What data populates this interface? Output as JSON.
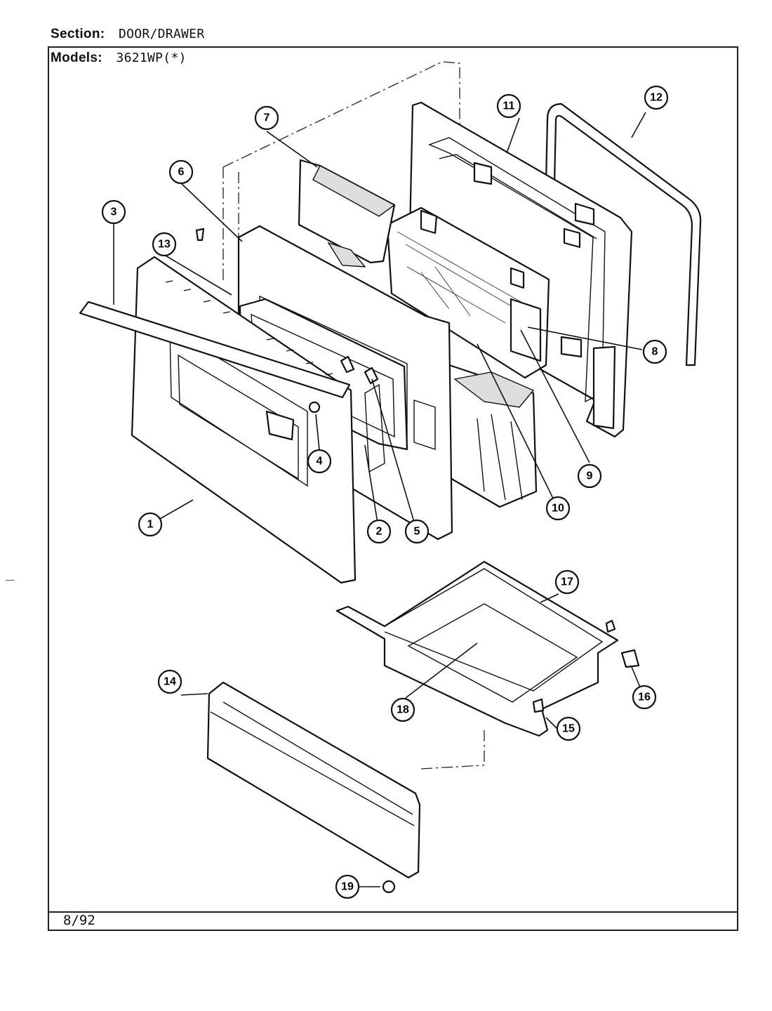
{
  "header": {
    "section_label": "Section:",
    "section_value": "DOOR/DRAWER",
    "models_label": "Models:",
    "models_value": "3621WP(*)"
  },
  "footer": {
    "date_code": "8/92"
  },
  "callouts": [
    "1",
    "2",
    "3",
    "4",
    "5",
    "6",
    "7",
    "8",
    "9",
    "10",
    "11",
    "12",
    "13",
    "14",
    "15",
    "16",
    "17",
    "18",
    "19"
  ]
}
